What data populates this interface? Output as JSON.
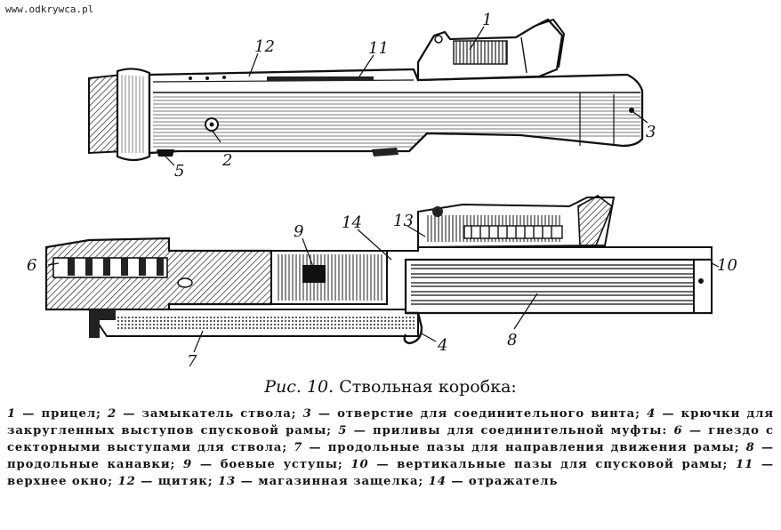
{
  "watermark": "www.odkrywca.pl",
  "figure_label": "Рис. 10.",
  "figure_title": "Ствольная коробка:",
  "callouts": [
    "1",
    "2",
    "3",
    "4",
    "5",
    "6",
    "7",
    "8",
    "9",
    "10",
    "11",
    "12",
    "13",
    "14"
  ],
  "legend": [
    {
      "num": "1",
      "text": "прицел; "
    },
    {
      "num": "2",
      "text": "замыкатель ствола; "
    },
    {
      "num": "3",
      "text": "отверстие для соединительного винта; "
    },
    {
      "num": "4",
      "text": "крючки для закругленных выступов спусковой рамы; "
    },
    {
      "num": "5",
      "text": "приливы для соединительной муфты: "
    },
    {
      "num": "6",
      "text": "гнездо с секторными выступами для ствола; "
    },
    {
      "num": "7",
      "text": "продольные пазы для направления движения рамы; "
    },
    {
      "num": "8",
      "text": "продольные канавки; "
    },
    {
      "num": "9",
      "text": "боевые уступы; "
    },
    {
      "num": "10",
      "text": "вертикальные пазы для спусковой рамы; "
    },
    {
      "num": "11",
      "text": "верхнее окно; "
    },
    {
      "num": "12",
      "text": "щитяк; "
    },
    {
      "num": "13",
      "text": "магазинная защелка; "
    },
    {
      "num": "14",
      "text": "отражатель"
    }
  ],
  "colors": {
    "ink": "#111111",
    "paper": "#ffffff",
    "hatch": "#333333"
  }
}
